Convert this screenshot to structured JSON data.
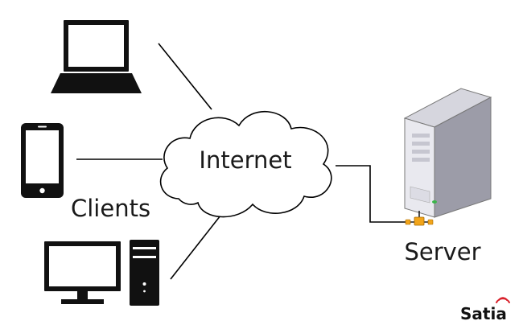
{
  "labels": {
    "internet": "Internet",
    "clients": "Clients",
    "server": "Server",
    "brand": "Satia"
  },
  "colors": {
    "stroke": "#000000",
    "text": "#1a1a1a",
    "cloud_fill": "#ffffff",
    "device": "#111111",
    "server_light": "#e8e8ee",
    "server_dark": "#b9b9c4",
    "server_led": "#3bb54a",
    "connector": "#f2a51a",
    "brand_wave": "#d9232d"
  },
  "icons": [
    "laptop-icon",
    "smartphone-icon",
    "desktop-computer-icon",
    "cloud-icon",
    "server-tower-icon",
    "network-connector-icon",
    "wifi-signal-icon"
  ]
}
